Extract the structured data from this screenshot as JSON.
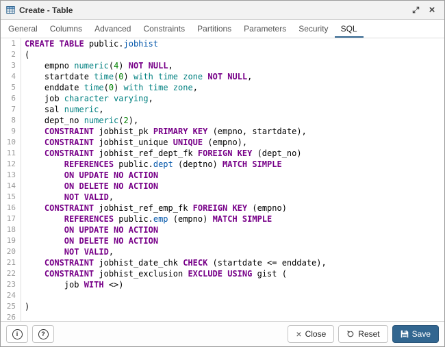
{
  "window": {
    "title": "Create - Table",
    "close_glyph": "×"
  },
  "tabs": [
    "General",
    "Columns",
    "Advanced",
    "Constraints",
    "Partitions",
    "Parameters",
    "Security",
    "SQL"
  ],
  "active_tab": "SQL",
  "colors": {
    "accent": "#326690",
    "keyword": "#770088",
    "type": "#008080",
    "number": "#008000",
    "identifier": "#0055aa",
    "plain": "#000000"
  },
  "editor": {
    "token_colors": {
      "k": {
        "color": "#770088",
        "bold": true
      },
      "t": {
        "color": "#008080",
        "bold": false
      },
      "n": {
        "color": "#008000",
        "bold": false
      },
      "i": {
        "color": "#0055aa",
        "bold": false
      },
      "p": {
        "color": "#000000",
        "bold": false
      }
    },
    "lines": [
      [
        [
          "k",
          "CREATE TABLE"
        ],
        [
          "p",
          " public."
        ],
        [
          "i",
          "jobhist"
        ]
      ],
      [
        [
          "p",
          "("
        ]
      ],
      [
        [
          "p",
          "    empno "
        ],
        [
          "t",
          "numeric"
        ],
        [
          "p",
          "("
        ],
        [
          "n",
          "4"
        ],
        [
          "p",
          ") "
        ],
        [
          "k",
          "NOT NULL"
        ],
        [
          "p",
          ","
        ]
      ],
      [
        [
          "p",
          "    startdate "
        ],
        [
          "t",
          "time"
        ],
        [
          "p",
          "("
        ],
        [
          "n",
          "0"
        ],
        [
          "p",
          ") "
        ],
        [
          "t",
          "with time zone"
        ],
        [
          "p",
          " "
        ],
        [
          "k",
          "NOT NULL"
        ],
        [
          "p",
          ","
        ]
      ],
      [
        [
          "p",
          "    enddate "
        ],
        [
          "t",
          "time"
        ],
        [
          "p",
          "("
        ],
        [
          "n",
          "0"
        ],
        [
          "p",
          ") "
        ],
        [
          "t",
          "with time zone"
        ],
        [
          "p",
          ","
        ]
      ],
      [
        [
          "p",
          "    job "
        ],
        [
          "t",
          "character varying"
        ],
        [
          "p",
          ","
        ]
      ],
      [
        [
          "p",
          "    sal "
        ],
        [
          "t",
          "numeric"
        ],
        [
          "p",
          ","
        ]
      ],
      [
        [
          "p",
          "    dept_no "
        ],
        [
          "t",
          "numeric"
        ],
        [
          "p",
          "("
        ],
        [
          "n",
          "2"
        ],
        [
          "p",
          "),"
        ]
      ],
      [
        [
          "p",
          "    "
        ],
        [
          "k",
          "CONSTRAINT"
        ],
        [
          "p",
          " jobhist_pk "
        ],
        [
          "k",
          "PRIMARY KEY"
        ],
        [
          "p",
          " (empno, startdate),"
        ]
      ],
      [
        [
          "p",
          "    "
        ],
        [
          "k",
          "CONSTRAINT"
        ],
        [
          "p",
          " jobhist_unique "
        ],
        [
          "k",
          "UNIQUE"
        ],
        [
          "p",
          " (empno),"
        ]
      ],
      [
        [
          "p",
          "    "
        ],
        [
          "k",
          "CONSTRAINT"
        ],
        [
          "p",
          " jobhist_ref_dept_fk "
        ],
        [
          "k",
          "FOREIGN KEY"
        ],
        [
          "p",
          " (dept_no)"
        ]
      ],
      [
        [
          "p",
          "        "
        ],
        [
          "k",
          "REFERENCES"
        ],
        [
          "p",
          " public."
        ],
        [
          "i",
          "dept"
        ],
        [
          "p",
          " (deptno) "
        ],
        [
          "k",
          "MATCH SIMPLE"
        ]
      ],
      [
        [
          "p",
          "        "
        ],
        [
          "k",
          "ON UPDATE NO ACTION"
        ]
      ],
      [
        [
          "p",
          "        "
        ],
        [
          "k",
          "ON DELETE NO ACTION"
        ]
      ],
      [
        [
          "p",
          "        "
        ],
        [
          "k",
          "NOT VALID"
        ],
        [
          "p",
          ","
        ]
      ],
      [
        [
          "p",
          "    "
        ],
        [
          "k",
          "CONSTRAINT"
        ],
        [
          "p",
          " jobhist_ref_emp_fk "
        ],
        [
          "k",
          "FOREIGN KEY"
        ],
        [
          "p",
          " (empno)"
        ]
      ],
      [
        [
          "p",
          "        "
        ],
        [
          "k",
          "REFERENCES"
        ],
        [
          "p",
          " public."
        ],
        [
          "i",
          "emp"
        ],
        [
          "p",
          " (empno) "
        ],
        [
          "k",
          "MATCH SIMPLE"
        ]
      ],
      [
        [
          "p",
          "        "
        ],
        [
          "k",
          "ON UPDATE NO ACTION"
        ]
      ],
      [
        [
          "p",
          "        "
        ],
        [
          "k",
          "ON DELETE NO ACTION"
        ]
      ],
      [
        [
          "p",
          "        "
        ],
        [
          "k",
          "NOT VALID"
        ],
        [
          "p",
          ","
        ]
      ],
      [
        [
          "p",
          "    "
        ],
        [
          "k",
          "CONSTRAINT"
        ],
        [
          "p",
          " jobhist_date_chk "
        ],
        [
          "k",
          "CHECK"
        ],
        [
          "p",
          " (startdate <= enddate),"
        ]
      ],
      [
        [
          "p",
          "    "
        ],
        [
          "k",
          "CONSTRAINT"
        ],
        [
          "p",
          " jobhist_exclusion "
        ],
        [
          "k",
          "EXCLUDE USING"
        ],
        [
          "p",
          " gist ("
        ]
      ],
      [
        [
          "p",
          "        job "
        ],
        [
          "k",
          "WITH"
        ],
        [
          "p",
          " <>)"
        ]
      ],
      [
        [
          "p",
          ""
        ]
      ],
      [
        [
          "p",
          ")"
        ]
      ],
      [
        [
          "p",
          ""
        ]
      ]
    ]
  },
  "footer": {
    "info_glyph": "i",
    "help_glyph": "?",
    "close_glyph": "×",
    "close_label": "Close",
    "reset_label": "Reset",
    "save_label": "Save"
  }
}
